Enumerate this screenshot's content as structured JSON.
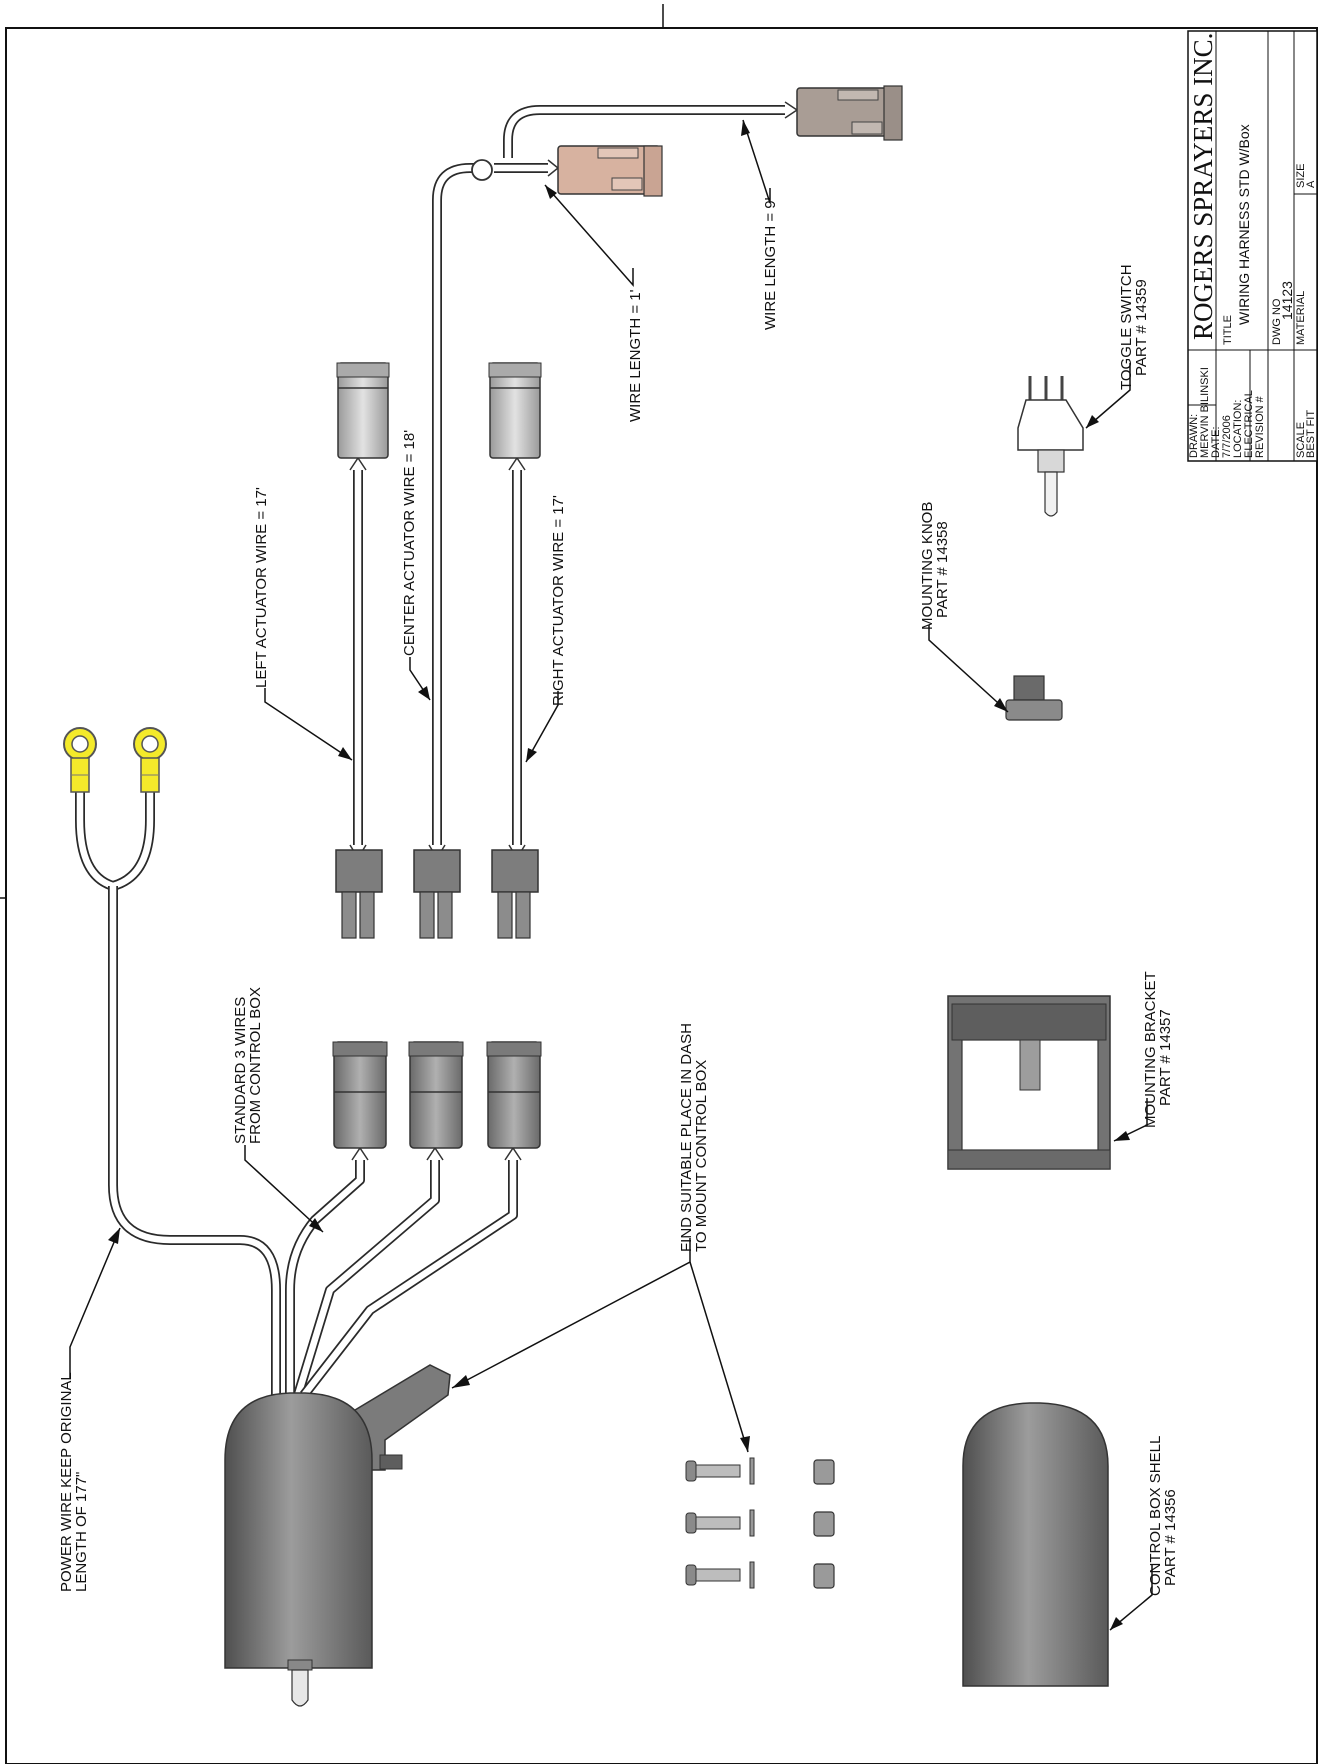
{
  "title_block": {
    "company": "ROGERS SPRAYERS INC.",
    "title_label": "TITLE",
    "title": "WIRING HARNESS STD W/Box",
    "dwg_no_label": "DWG NO",
    "dwg_no": "14123",
    "drawn_label": "DRAWN:",
    "drawn_by": "MERVIN BILINSKI",
    "date_label": "DATE:",
    "date": "7/7/2006",
    "location_label": "LOCATION:",
    "location": "ELECTRICAL",
    "revision_label": "REVISION #",
    "revision": "",
    "scale_label": "SCALE",
    "scale": "BEST FIT",
    "material_label": "MATERIAL",
    "material": "",
    "size_label": "SIZE",
    "size": "A"
  },
  "labels": {
    "power_wire": [
      "POWER WIRE KEEP ORIGINAL",
      "LENGTH OF 177\""
    ],
    "standard_wires": [
      "STANDARD 3 WIRES",
      "FROM CONTROL BOX"
    ],
    "find_place": [
      "FIND SUITABLE PLACE IN DASH",
      "TO MOUNT CONTROL BOX"
    ],
    "left_actuator": "LEFT ACTUATOR WIRE = 17'",
    "center_actuator": "CENTER ACTUATOR WIRE = 18'",
    "right_actuator": "RIGHT ACTUATOR WIRE = 17'",
    "wire_length_1": "WIRE LENGTH = 1'",
    "wire_length_9": "WIRE LENGTH = 9'",
    "mounting_knob": [
      "MOUNTING KNOB",
      "PART # 14358"
    ],
    "toggle_switch": [
      "TOGGLE SWITCH",
      "PART # 14359"
    ],
    "mounting_bracket": [
      "MOUNTING BRACKET",
      "PART # 14357"
    ],
    "control_box_shell": [
      "CONTROL BOX SHELL",
      "PART # 14356"
    ]
  },
  "colors": {
    "ring_terminal": "#f4ea2a",
    "connector_grey": "#8f8f8f",
    "connector_light": "#c4c4c4",
    "connector_tan": "#d7b2a0",
    "control_box": "#6e6e6e"
  }
}
